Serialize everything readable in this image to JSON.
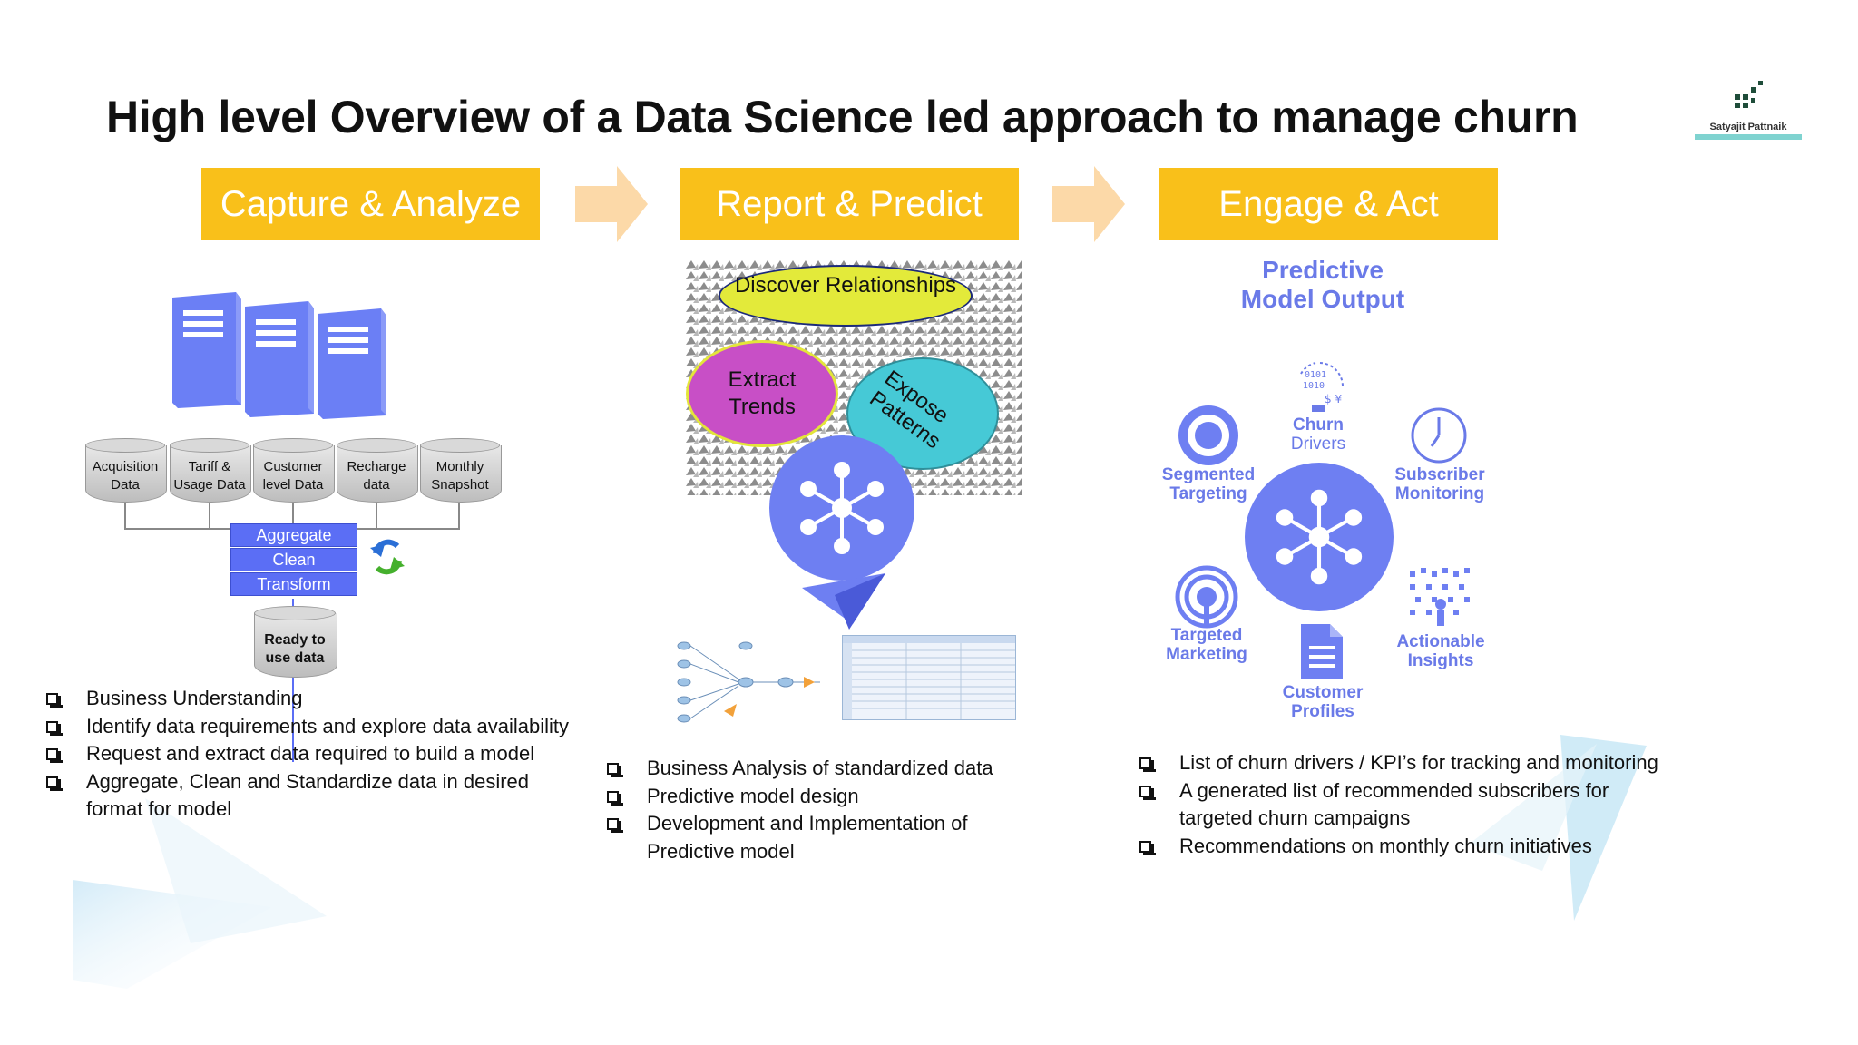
{
  "title": "High level Overview of a Data Science led approach to manage churn",
  "logo": {
    "name": "Satyajit Pattnaik"
  },
  "stages": [
    "Capture & Analyze",
    "Report & Predict",
    "Engage & Act"
  ],
  "capture": {
    "sources": [
      "Acquisition Data",
      "Tariff & Usage Data",
      "Customer level Data",
      "Recharge data",
      "Monthly Snapshot"
    ],
    "steps": [
      "Aggregate",
      "Clean",
      "Transform"
    ],
    "output": "Ready to use data",
    "bullets": [
      "Business Understanding",
      "Identify data requirements and explore data availability",
      "Request and extract data required to build a model",
      "Aggregate, Clean and Standardize data in desired format for model"
    ]
  },
  "report": {
    "bubbles": [
      "Discover Relationships",
      "Extract Trends",
      "Expose Patterns"
    ],
    "bullets": [
      "Business Analysis of standardized data",
      "Predictive model design",
      "Development and Implementation of Predictive model"
    ]
  },
  "engage": {
    "heading": "Predictive Model Output",
    "items": [
      "Churn Drivers",
      "Segmented Targeting",
      "Subscriber Monitoring",
      "Targeted Marketing",
      "Actionable Insights",
      "Customer Profiles"
    ],
    "bullets": [
      "List of churn drivers / KPI’s for tracking and monitoring",
      "A generated list of recommended subscribers for targeted churn campaigns",
      "Recommendations on monthly churn initiatives"
    ]
  },
  "colors": {
    "stage": "#f9c01a",
    "arrow": "#fcd9a8",
    "accent": "#6e7ff2"
  }
}
